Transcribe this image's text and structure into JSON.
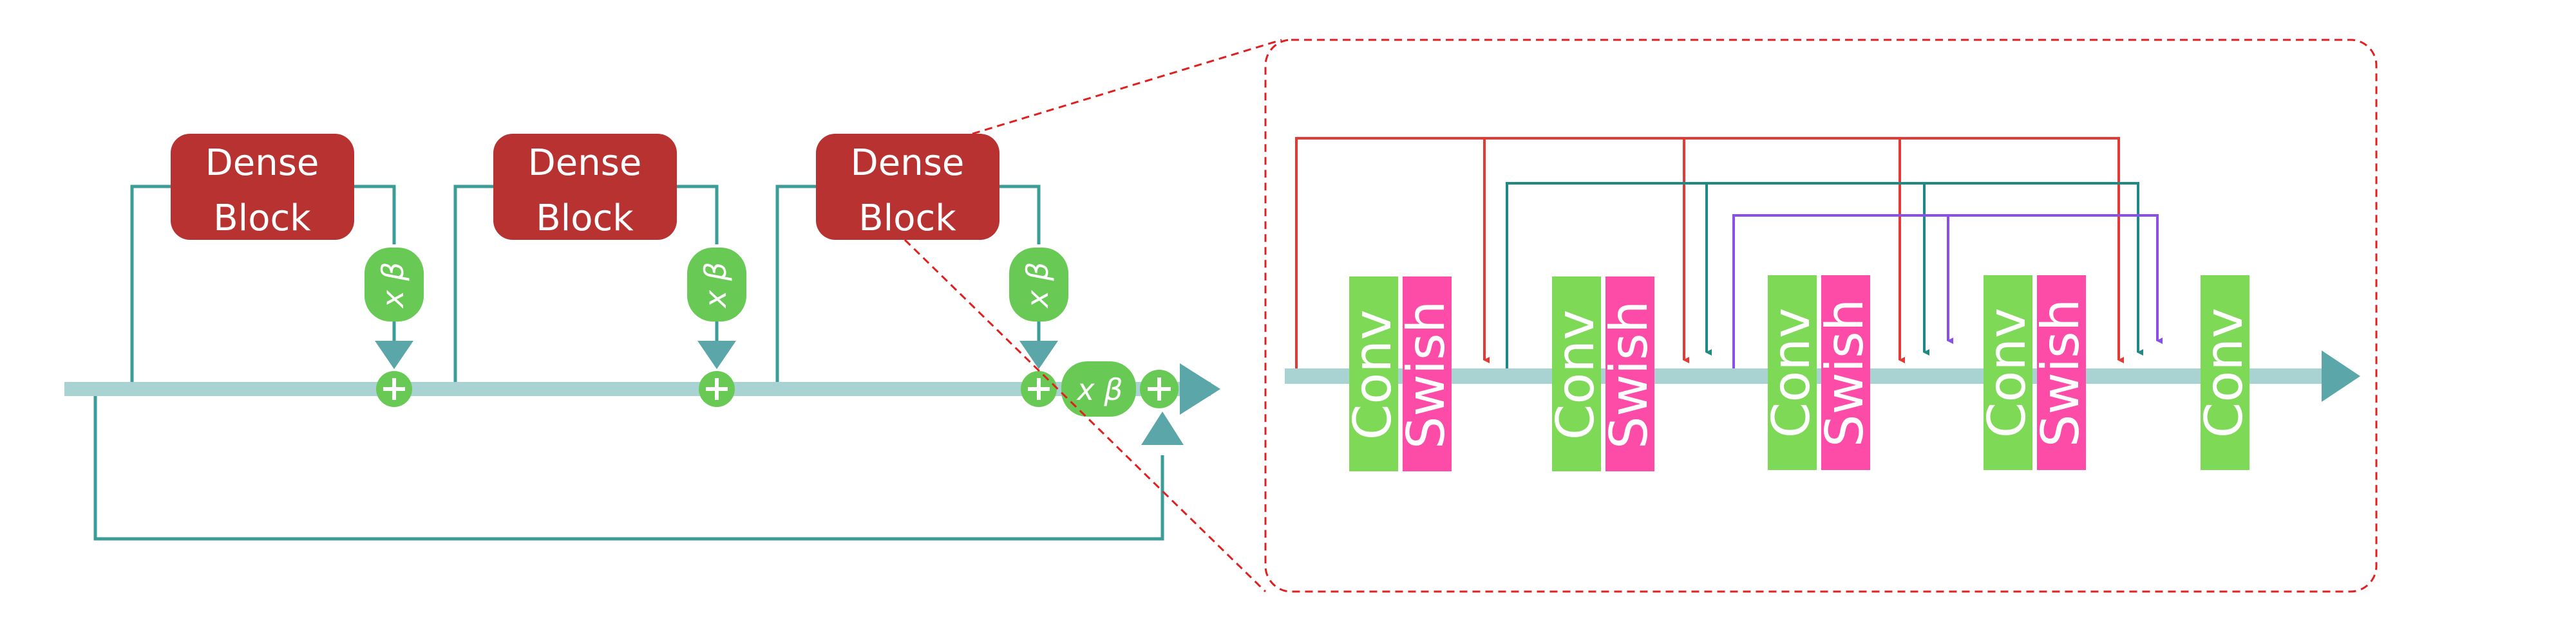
{
  "colors": {
    "backbone": "#a9d2d2",
    "connector": "#3c9c98",
    "arrow": "#5aa6a8",
    "dense_block": "#b83232",
    "beta_node": "#69c955",
    "conv": "#7ed957",
    "swish": "#fd4ba8",
    "zoom_box": "#e02020",
    "dense_link_red": "#e53935",
    "dense_link_teal": "#1f8a84",
    "dense_link_purple": "#8a4fe8"
  },
  "outer_chain": {
    "dense_blocks": [
      {
        "line1": "Dense",
        "line2": "Block"
      },
      {
        "line1": "Dense",
        "line2": "Block"
      },
      {
        "line1": "Dense",
        "line2": "Block"
      }
    ],
    "beta_label": "x β",
    "final_beta_label": "x β"
  },
  "zoom_detail": {
    "layers": [
      {
        "conv": "Conv",
        "swish": "Swish"
      },
      {
        "conv": "Conv",
        "swish": "Swish"
      },
      {
        "conv": "Conv",
        "swish": "Swish"
      },
      {
        "conv": "Conv",
        "swish": "Swish"
      },
      {
        "conv": "Conv",
        "swish": ""
      }
    ]
  }
}
